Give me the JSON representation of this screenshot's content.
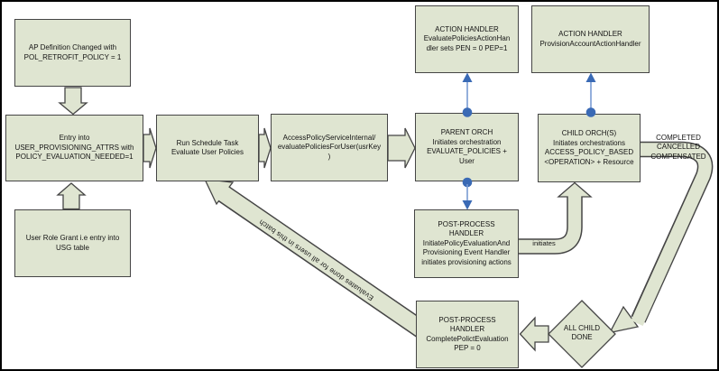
{
  "diagram": {
    "boxes": {
      "ap_definition": {
        "text": "AP Definition Changed with\nPOL_RETROFIT_POLICY = 1"
      },
      "entry_into": {
        "text": "Entry into\nUSER_PROVISIONING_ATTRS with\nPOLICY_EVALUATION_NEEDED=1"
      },
      "user_role_grant": {
        "text": "User Role Grant i.e entry into\nUSG table"
      },
      "run_schedule_task": {
        "text": "Run Schedule Task\nEvaluate User Policies"
      },
      "access_policy_service": {
        "text": "AccessPolicyServiceInternal/\nevaluatePoliciesForUser(usrKey\n)"
      },
      "parent_orch": {
        "text": "PARENT ORCH\nInitiates orchestration\nEVALUATE_POLICIES +\nUser"
      },
      "action_handler_evaluate": {
        "text": "ACTION HANDLER\nEvaluatePoliciesActionHan\ndler sets PEN = 0 PEP=1"
      },
      "action_handler_provision": {
        "text": "ACTION HANDLER\nProvisionAccountActionHandler"
      },
      "child_orch": {
        "text": "CHILD ORCH(S)\nInitiates orchestrations\nACCESS_POLICY_BASED\n<OPERATION> + Resource"
      },
      "post_process_initiate": {
        "text": "POST-PROCESS\nHANDLER\nInitiatePolicyEvaluationAnd\nProvisioning Event Handler\ninitiates provisioning actions"
      },
      "post_process_complete": {
        "text": "POST-PROCESS\nHANDLER\nCompletePolictEvaluation\nPEP = 0"
      },
      "all_child_done": {
        "text": "ALL CHILD\nDONE"
      }
    },
    "labels": {
      "completed_states": "COMPLETED\nCANCELLED\nCOMPENSATED",
      "initiates": "initiates",
      "evaluates_done": "Evaluates done for all users in this batch"
    },
    "colors": {
      "node_fill": "#dfe5d1",
      "node_border": "#454545",
      "connector_blue": "#3a6ab5",
      "connector_blue_light": "#7a9bd3",
      "background": "#ffffff",
      "frame": "#000000"
    }
  }
}
